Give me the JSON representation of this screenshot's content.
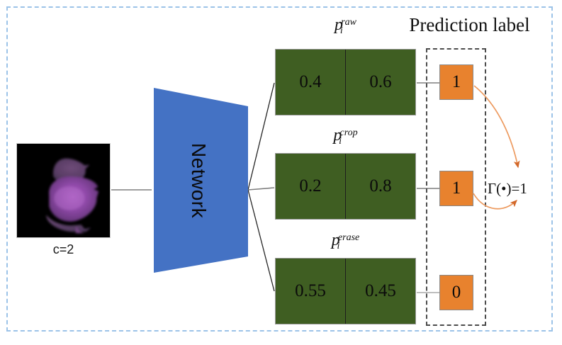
{
  "figure": {
    "title_prediction_label": "Prediction label",
    "gamma_annotation": "Γ(•)=1"
  },
  "input": {
    "caption": "c=2",
    "image_alt": "segmented-bird-purple-on-black"
  },
  "network": {
    "label": "Network"
  },
  "branches": [
    {
      "name": "raw",
      "label_base": "p",
      "label_sub": "i",
      "label_sup": "raw",
      "probabilities": [
        "0.4",
        "0.6"
      ],
      "prediction": "1"
    },
    {
      "name": "crop",
      "label_base": "p",
      "label_sub": "i",
      "label_sup": "crop",
      "probabilities": [
        "0.2",
        "0.8"
      ],
      "prediction": "1"
    },
    {
      "name": "erase",
      "label_base": "p",
      "label_sub": "i",
      "label_sup": "erase",
      "probabilities": [
        "0.55",
        "0.45"
      ],
      "prediction": "0"
    }
  ],
  "colors": {
    "outer_frame": "#9cc3e8",
    "network_fill": "#4472c4",
    "probability_fill": "#3f5e22",
    "prediction_fill": "#e8822e",
    "arrow": "#ed9a5f",
    "group_dash": "#4c4c4c",
    "connector": "#7f7f7f"
  }
}
